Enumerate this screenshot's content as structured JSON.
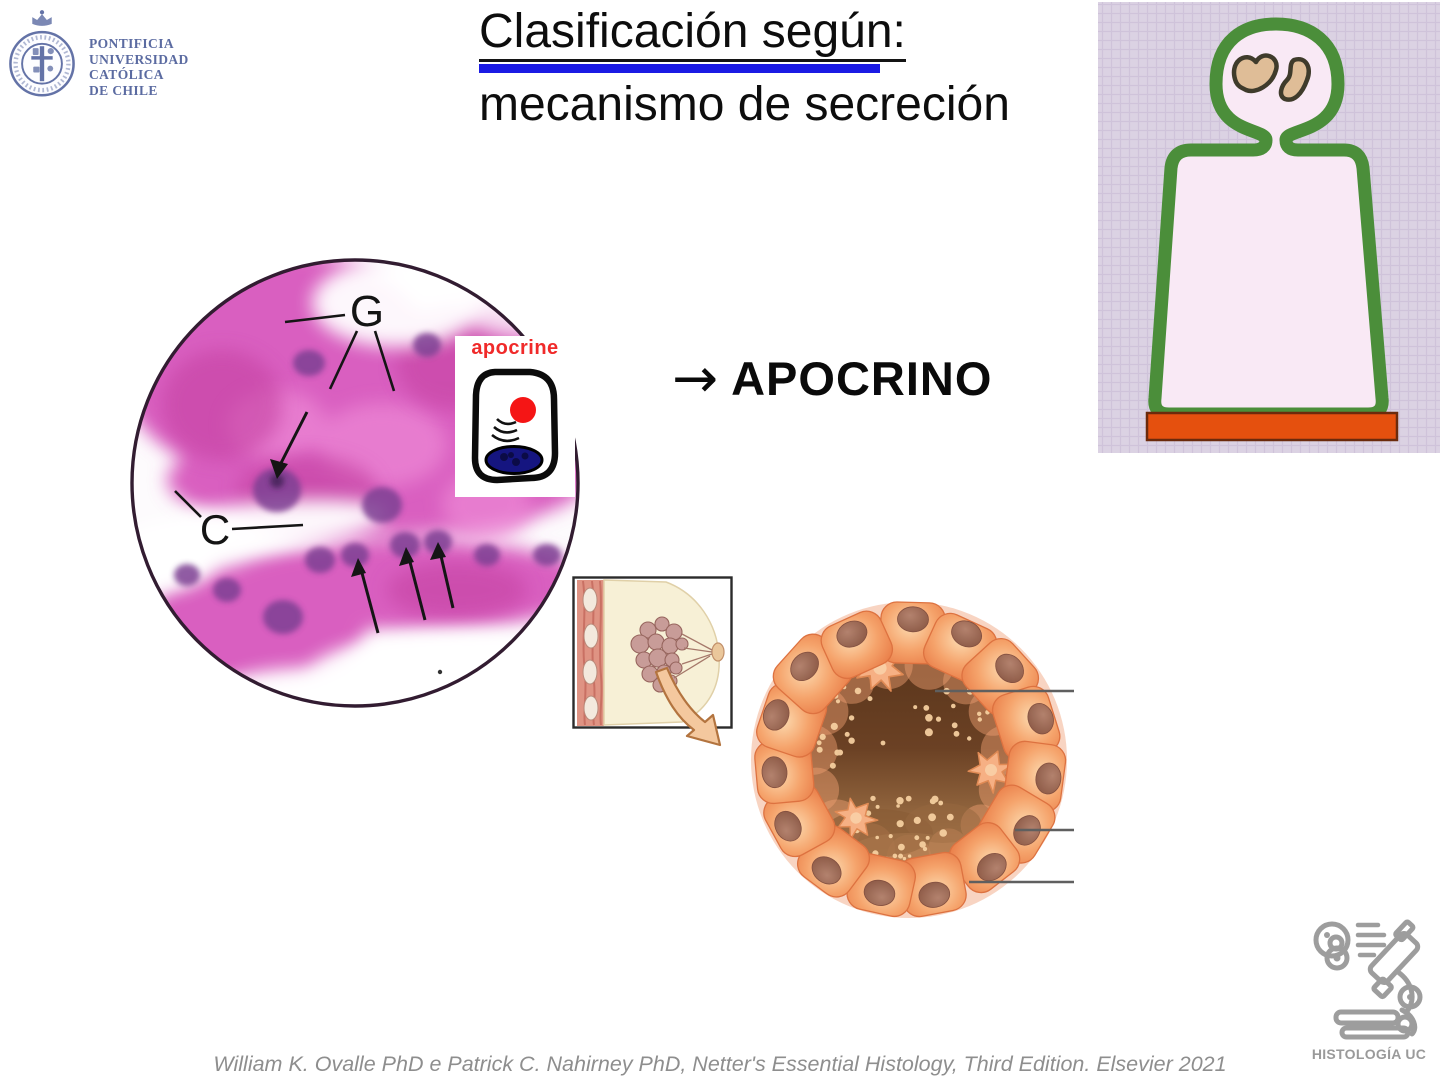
{
  "university": {
    "lines": [
      "PONTIFICIA",
      "UNIVERSIDAD",
      "CATÓLICA",
      "DE CHILE"
    ]
  },
  "title": {
    "line1": "Clasificación según:",
    "line2": "mecanismo de secreción"
  },
  "mechanism": {
    "arrow": "→",
    "name": "APOCRINO"
  },
  "micrograph": {
    "gland_label": "G",
    "cell_label": "C"
  },
  "apocrine_tag": {
    "label": "apocrine"
  },
  "brand": {
    "name": "HISTOLOGÍA UC"
  },
  "footer": {
    "citation": "William K. Ovalle PhD  e Patrick C. Nahirney PhD, Netter's Essential Histology, Third Edition. Elsevier 2021"
  },
  "colors": {
    "title_underline_blue": "#1b1be4",
    "apocrine_label_red": "#f02a2a",
    "diagram_green": "#4b8e3a",
    "diagram_base_orange": "#e5500e",
    "diagram_background_lavender": "#dbd2e3",
    "histology_pink": "#d95ec0",
    "alveolus_orange": "#ef8c55",
    "citation_gray": "#8e8e8e",
    "university_blue": "#5b6ba1"
  }
}
